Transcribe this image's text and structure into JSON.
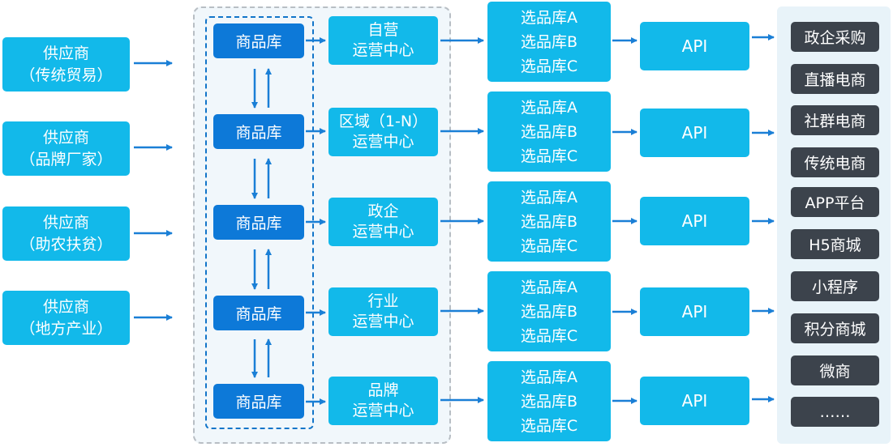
{
  "suppliers": [
    {
      "line1": "供应商",
      "line2": "（传统贸易）"
    },
    {
      "line1": "供应商",
      "line2": "（品牌厂家）"
    },
    {
      "line1": "供应商",
      "line2": "（助农扶贫）"
    },
    {
      "line1": "供应商",
      "line2": "（地方产业）"
    }
  ],
  "goods_library_label": "商品库",
  "operation_centers": [
    {
      "line1": "自营",
      "line2": "运营中心"
    },
    {
      "line1": "区域（1-N）",
      "line2": "运营中心"
    },
    {
      "line1": "政企",
      "line2": "运营中心"
    },
    {
      "line1": "行业",
      "line2": "运营中心"
    },
    {
      "line1": "品牌",
      "line2": "运营中心"
    }
  ],
  "selection_libraries": [
    "选品库A",
    "选品库B",
    "选品库C"
  ],
  "api_label": "API",
  "channels": [
    "政企采购",
    "直播电商",
    "社群电商",
    "传统电商",
    "APP平台",
    "H5商城",
    "小程序",
    "积分商城",
    "微商",
    "……"
  ],
  "colors": {
    "light_blue": "#12b9ea",
    "dark_blue": "#0d79d8",
    "arrow": "#1a7fd6",
    "channel_bg": "#3c434c"
  }
}
